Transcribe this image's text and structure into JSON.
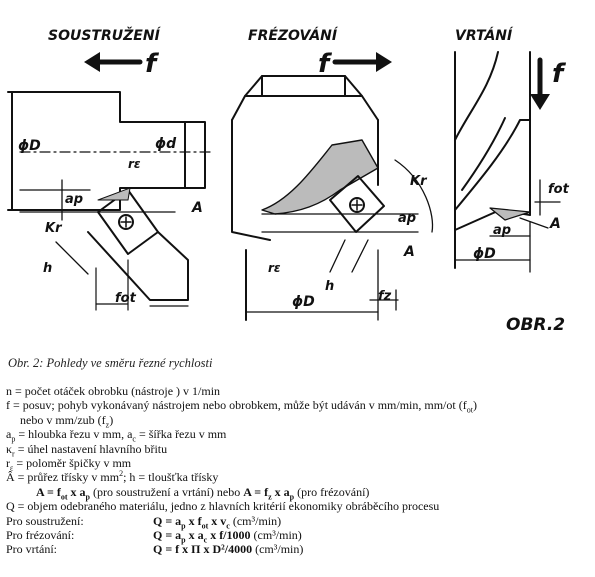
{
  "figure": {
    "titles": {
      "turning": "SOUSTRUŽENÍ",
      "milling": "FRÉZOVÁNÍ",
      "drilling": "VRTÁNÍ"
    },
    "labels": {
      "f": "f",
      "phiD": "ϕD",
      "phid": "ϕd",
      "ap": "ap",
      "A": "A",
      "Kr": "Kr",
      "re": "rε",
      "h": "h",
      "fot": "fot",
      "fz": "fz",
      "obr": "OBR.2"
    }
  },
  "caption": "Obr. 2: Pohledy ve směru řezné rychlosti",
  "legend": {
    "n": "n = počet otáček obrobku (nástroje ) v 1/min",
    "f_prefix": "f = posuv; pohyb vykonávaný nástrojem nebo obrobkem, může být udáván v mm/min, mm/ot (f",
    "f_sub": "ot",
    "f_suffix": ")",
    "f_cont": "nebo v mm/zub (f",
    "f_cont_sub": "z",
    "f_cont_end": ")",
    "ap_text": "= hloubka řezu v mm, a",
    "ac_text": "= šířka řezu v mm",
    "kr_text": "= úhel nastavení hlavního břitu",
    "re_text": "= poloměr špičky v mm",
    "A_text": "Â = průřez třísky v mm",
    "A_text2": "; h = tloušťka třísky",
    "A_formula_pre": "(pro soustružení a vrtání) nebo",
    "A_formula_post": "(pro frézování)",
    "Q_text": "Q = objem odebraného materiálu, jedno z hlavních kritérií ekonomiky obráběcího procesu"
  },
  "formulas": {
    "turning_label": "Pro soustružení:",
    "turning_formula": "(cm³/min)",
    "milling_label": "Pro frézování:",
    "milling_formula": "(cm³/min)",
    "drilling_label": "Pro vrtání:",
    "drilling_formula": "(cm³/min)"
  }
}
